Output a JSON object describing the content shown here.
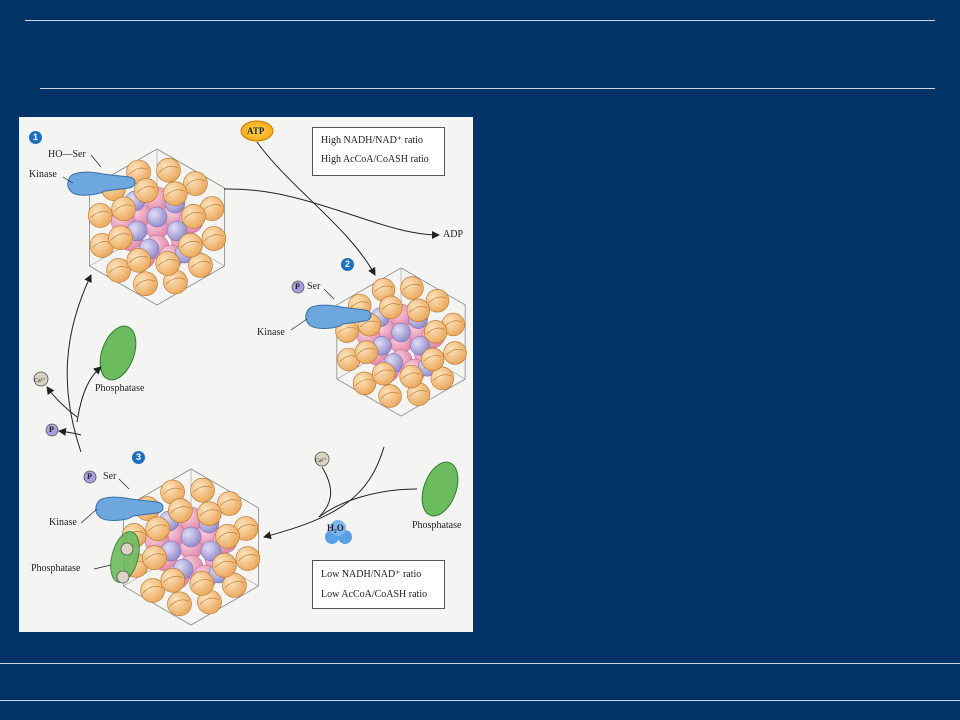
{
  "diagram": {
    "step_numbers": [
      "1",
      "2",
      "3"
    ],
    "labels": {
      "step1_serine": "HO—Ser",
      "step1_kinase": "Kinase",
      "atp": "ATP",
      "adp": "ADP",
      "step2_serine": "Ser",
      "step2_kinase": "Kinase",
      "phosphate_symbol": "P",
      "phosphatase_left": "Phosphatase",
      "calcium": "Ca²⁺",
      "free_phosphate": "P",
      "step3_serine": "Ser",
      "step3_kinase": "Kinase",
      "step3_phosphatase": "Phosphatase",
      "water": "H₂O",
      "phosphatase_right": "Phosphatase"
    },
    "high_ratio_box": [
      "High NADH/NAD⁺ ratio",
      "High AcCoA/CoASH ratio"
    ],
    "low_ratio_box": [
      "Low NADH/NAD⁺ ratio",
      "Low AcCoA/CoASH ratio"
    ]
  },
  "colors": {
    "background": "#003366",
    "kinase": "#5b9bd5",
    "phosphatase": "#4caf50",
    "subunit_orange": "#f5c48a",
    "subunit_pink": "#f0a7c4",
    "subunit_purple": "#b3aee0"
  }
}
